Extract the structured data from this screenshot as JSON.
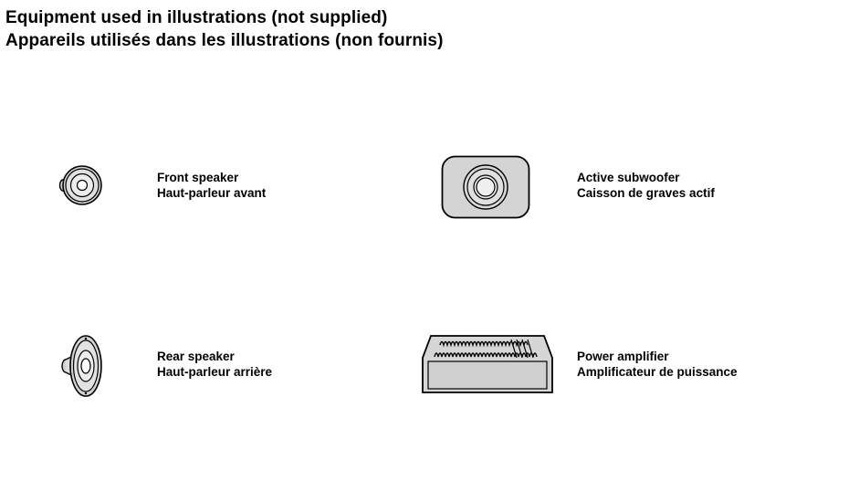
{
  "heading": {
    "line_en": "Equipment used in illustrations (not supplied)",
    "line_fr": "Appareils utilisés dans les illustrations (non fournis)"
  },
  "items": [
    {
      "label_en": "Front speaker",
      "label_fr": "Haut-parleur avant",
      "icon": "front-speaker-icon"
    },
    {
      "label_en": "Active subwoofer",
      "label_fr": "Caisson de graves actif",
      "icon": "subwoofer-icon"
    },
    {
      "label_en": "Rear speaker",
      "label_fr": "Haut-parleur arrière",
      "icon": "rear-speaker-icon"
    },
    {
      "label_en": "Power amplifier",
      "label_fr": "Amplificateur de puissance",
      "icon": "power-amplifier-icon"
    }
  ]
}
